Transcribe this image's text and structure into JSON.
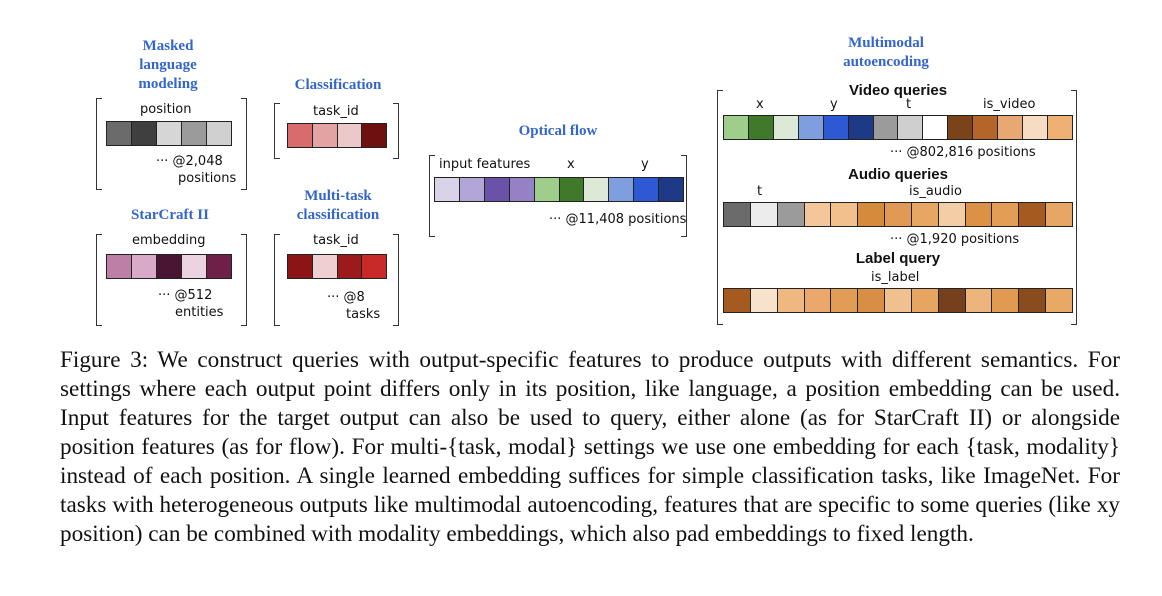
{
  "panels": {
    "mlm": {
      "title": [
        "Masked",
        "language",
        "modeling"
      ],
      "feature_label": "position",
      "count": "··· @2,048",
      "count_unit": "positions",
      "colors": [
        "#6b6b6b",
        "#3f3f3f",
        "#d6d6d6",
        "#9b9b9b",
        "#d0d0d0"
      ]
    },
    "classification": {
      "title": "Classification",
      "feature_label": "task_id",
      "colors": [
        "#d86c6c",
        "#e3a3a3",
        "#eac9c9",
        "#6e1010"
      ]
    },
    "starcraft": {
      "title": "StarCraft II",
      "feature_label": "embedding",
      "count": "··· @512",
      "count_unit": "entities",
      "colors": [
        "#bd7fa6",
        "#d8aac7",
        "#4a1433",
        "#ebd3df",
        "#6e2049"
      ]
    },
    "multitask": {
      "title": [
        "Multi-task",
        "classification"
      ],
      "feature_label": "task_id",
      "count": "··· @8",
      "count_unit": "tasks",
      "colors": [
        "#8c1414",
        "#efcfcf",
        "#9b1a1a",
        "#c82a2a"
      ]
    },
    "flow": {
      "title": "Optical flow",
      "labels": [
        "input features",
        "x",
        "y"
      ],
      "count": "··· @11,408 positions",
      "colors": [
        "#d9d3ea",
        "#b2a6d6",
        "#6a52a8",
        "#9482c4",
        "#9fce8c",
        "#3f7a2a",
        "#dbe9d6",
        "#7e9ee0",
        "#2d5ad4",
        "#1e3a86"
      ]
    },
    "multimodal": {
      "title": [
        "Multimodal",
        "autoencoding"
      ],
      "video": {
        "title": "Video queries",
        "labels": [
          "x",
          "y",
          "t",
          "is_video"
        ],
        "count": "··· @802,816 positions",
        "colors": [
          "#9fce8c",
          "#3f7a2a",
          "#dbe9d6",
          "#7e9ee0",
          "#2d5ad4",
          "#1e3a86",
          "#9b9b9b",
          "#cfcfcf",
          "#ffffff",
          "#7a431a",
          "#b5642a",
          "#e8a874",
          "#f7dcc4",
          "#efb074"
        ]
      },
      "audio": {
        "title": "Audio queries",
        "labels": [
          "t",
          "is_audio"
        ],
        "count": "··· @1,920 positions",
        "colors": [
          "#6b6b6b",
          "#ececec",
          "#9b9b9b",
          "#f3c79a",
          "#f1c08d",
          "#d68a3c",
          "#e09a56",
          "#e8a665",
          "#f2cda6",
          "#dc9246",
          "#e39d54",
          "#a55a1f",
          "#e8a665"
        ]
      },
      "label": {
        "title": "Label query",
        "labels": [
          "is_label"
        ],
        "colors": [
          "#a55a1f",
          "#f7e2cc",
          "#efb883",
          "#eaa86c",
          "#e19c56",
          "#d98e45",
          "#f0c08e",
          "#e7a564",
          "#75401b",
          "#ecb57c",
          "#e09a52",
          "#8a4b1e",
          "#e8a866"
        ]
      }
    }
  },
  "caption": "Figure 3: We construct queries with output-specific features to produce outputs with different semantics. For settings where each output point differs only in its position, like language, a position embedding can be used. Input features for the target output can also be used to query, either alone (as for StarCraft II) or alongside position features (as for flow). For multi-{task, modal} settings we use one embedding for each {task, modality} instead of each position. A single learned embedding suffices for simple classification tasks, like ImageNet. For tasks with heterogeneous outputs like multimodal autoencoding, features that are specific to some queries (like xy position) can be combined with modality embeddings, which also pad embeddings to fixed length."
}
